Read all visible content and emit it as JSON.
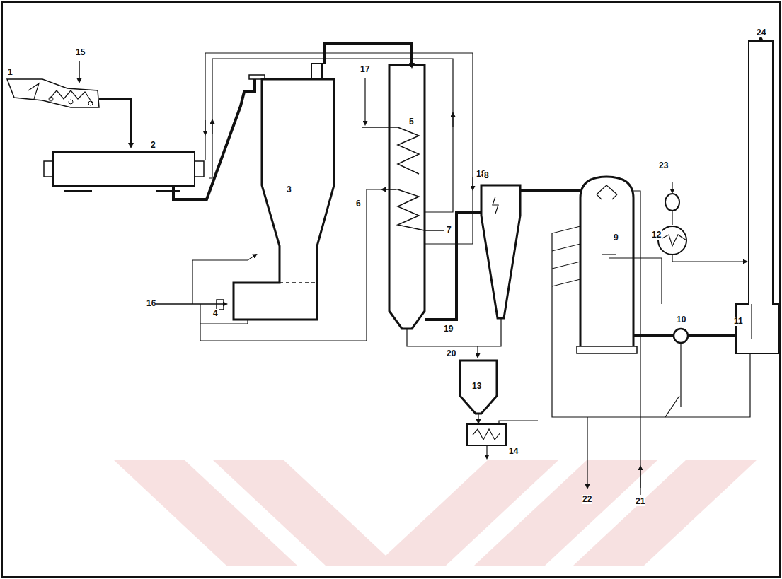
{
  "diagram": {
    "labels": [
      "15",
      "1",
      "17",
      "24",
      "18",
      "2",
      "3",
      "5",
      "6",
      "7",
      "8",
      "9",
      "23",
      "12",
      "16",
      "4",
      "19",
      "20",
      "10",
      "11",
      "13",
      "14",
      "22",
      "21"
    ]
  }
}
